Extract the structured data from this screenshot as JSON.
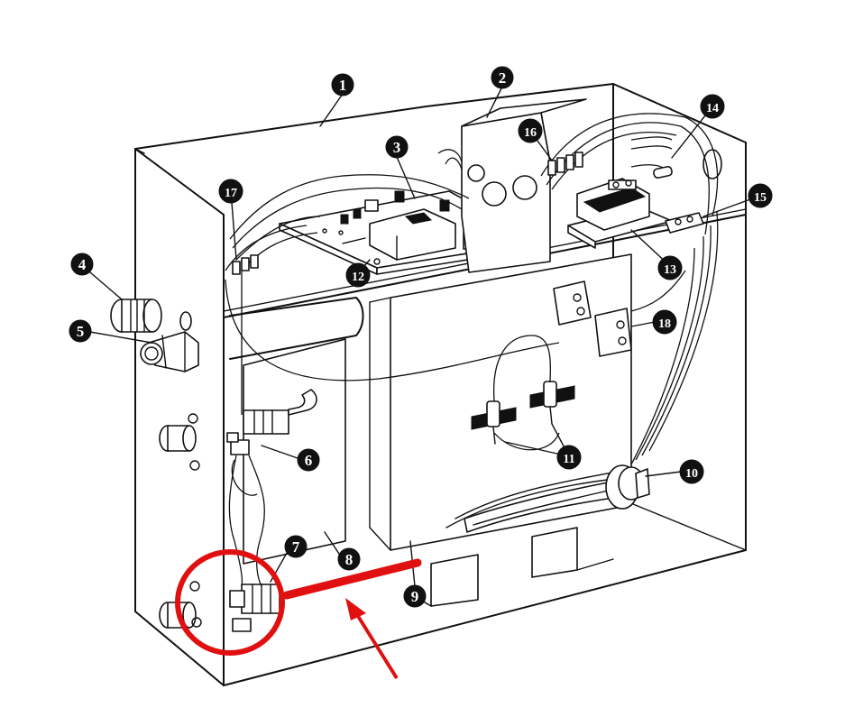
{
  "callouts": [
    {
      "id": "c1",
      "label": "1"
    },
    {
      "id": "c2",
      "label": "2"
    },
    {
      "id": "c3",
      "label": "3"
    },
    {
      "id": "c4",
      "label": "4"
    },
    {
      "id": "c5",
      "label": "5"
    },
    {
      "id": "c6",
      "label": "6"
    },
    {
      "id": "c7",
      "label": "7"
    },
    {
      "id": "c8",
      "label": "8"
    },
    {
      "id": "c9",
      "label": "9"
    },
    {
      "id": "c10",
      "label": "10"
    },
    {
      "id": "c11",
      "label": "11"
    },
    {
      "id": "c12",
      "label": "12"
    },
    {
      "id": "c13",
      "label": "13"
    },
    {
      "id": "c14",
      "label": "14"
    },
    {
      "id": "c15",
      "label": "15"
    },
    {
      "id": "c16",
      "label": "16"
    },
    {
      "id": "c17",
      "label": "17"
    },
    {
      "id": "c18",
      "label": "18"
    }
  ],
  "colors": {
    "line": "#111111",
    "highlight": "#e01010",
    "background": "#ffffff",
    "callout_fill": "#111111",
    "callout_text": "#ffffff"
  },
  "highlight": {
    "shape": "red-circle-around-lower-fitting",
    "arrow": "red-arrow-pointing-to-red-bar"
  }
}
